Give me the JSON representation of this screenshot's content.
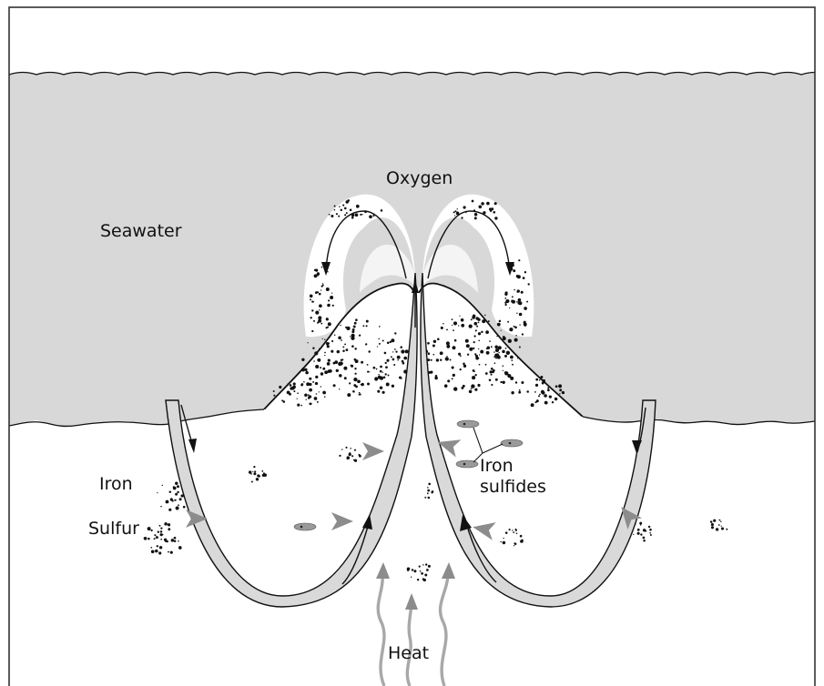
{
  "labels": {
    "seawater": "Seawater",
    "oxygen": "Oxygen",
    "iron_left": "Iron",
    "sulfur": "Sulfur",
    "iron_sulfides_line1": "Iron",
    "iron_sulfides_line2": "sulfides",
    "heat": "Heat"
  },
  "colors": {
    "seawater": "#d8d8d8",
    "pipe_fill": "#d9d9d9",
    "outline": "#111111",
    "arrowhead_gray": "#8c8c8c",
    "sulfide_gray": "#9a9a9a",
    "heat_gray": "#a8a8a8",
    "frame": "#333333"
  }
}
